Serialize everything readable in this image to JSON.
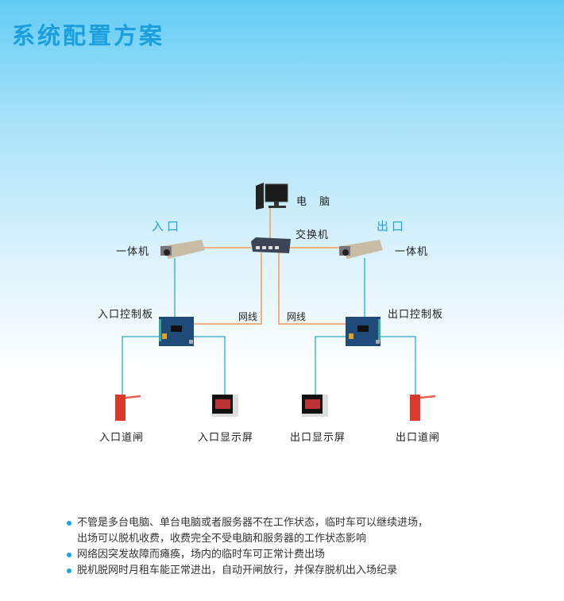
{
  "title": "系统配置方案",
  "diagram": {
    "computer": "电 脑",
    "switch": "交换机",
    "entrance": "入口",
    "exit": "出口",
    "entrance_camera": "一体机",
    "exit_camera": "一体机",
    "entrance_board": "入口控制板",
    "exit_board": "出口控制板",
    "cable_left": "网线",
    "cable_right": "网线",
    "entrance_gate": "入口道闸",
    "entrance_display": "入口显示屏",
    "exit_display": "出口显示屏",
    "exit_gate": "出口道闸"
  },
  "bullets": [
    {
      "lines": [
        "不管是多台电脑、单台电脑或者服务器不在工作状态，临时车可以继续进场，",
        "出场可以脱机收费，收费完全不受电脑和服务器的工作状态影响"
      ]
    },
    {
      "lines": [
        "网络因突发故障而瘫痪，场内的临时车可正常计费出场"
      ]
    },
    {
      "lines": [
        "脱机脱网时月租车能正常进出，自动开闸放行，并保存脱机出入场纪录"
      ]
    }
  ],
  "colors": {
    "title": "#1a9fdc",
    "network_cable": "#f0b080",
    "signal_wire": "#2aa8d8"
  }
}
